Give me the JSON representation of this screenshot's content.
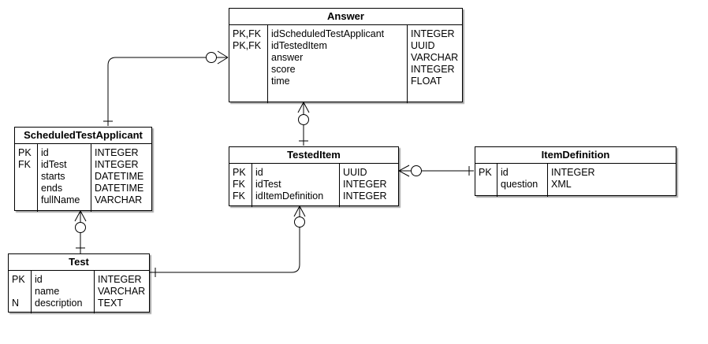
{
  "entities": {
    "answer": {
      "title": "Answer",
      "rows": [
        {
          "key": "PK,FK",
          "name": "idScheduledTestApplicant",
          "type": "INTEGER"
        },
        {
          "key": "PK,FK",
          "name": "idTestedItem",
          "type": "UUID"
        },
        {
          "key": "",
          "name": "answer",
          "type": "VARCHAR"
        },
        {
          "key": "",
          "name": "score",
          "type": "INTEGER"
        },
        {
          "key": "",
          "name": "time",
          "type": "FLOAT"
        }
      ]
    },
    "scheduled": {
      "title": "ScheduledTestApplicant",
      "rows": [
        {
          "key": "PK",
          "name": "id",
          "type": "INTEGER"
        },
        {
          "key": "FK",
          "name": "idTest",
          "type": "INTEGER"
        },
        {
          "key": "",
          "name": "starts",
          "type": "DATETIME"
        },
        {
          "key": "",
          "name": "ends",
          "type": "DATETIME"
        },
        {
          "key": "",
          "name": "fullName",
          "type": "VARCHAR"
        }
      ]
    },
    "tested": {
      "title": "TestedItem",
      "rows": [
        {
          "key": "PK",
          "name": "id",
          "type": "UUID"
        },
        {
          "key": "FK",
          "name": "idTest",
          "type": "INTEGER"
        },
        {
          "key": "FK",
          "name": "idItemDefinition",
          "type": "INTEGER"
        }
      ]
    },
    "itemdef": {
      "title": "ItemDefinition",
      "rows": [
        {
          "key": "PK",
          "name": "id",
          "type": "INTEGER"
        },
        {
          "key": "",
          "name": "question",
          "type": "XML"
        }
      ]
    },
    "test": {
      "title": "Test",
      "rows": [
        {
          "key": "PK",
          "name": "id",
          "type": "INTEGER"
        },
        {
          "key": "",
          "name": "name",
          "type": "VARCHAR"
        },
        {
          "key": "N",
          "name": "description",
          "type": "TEXT"
        }
      ]
    }
  }
}
